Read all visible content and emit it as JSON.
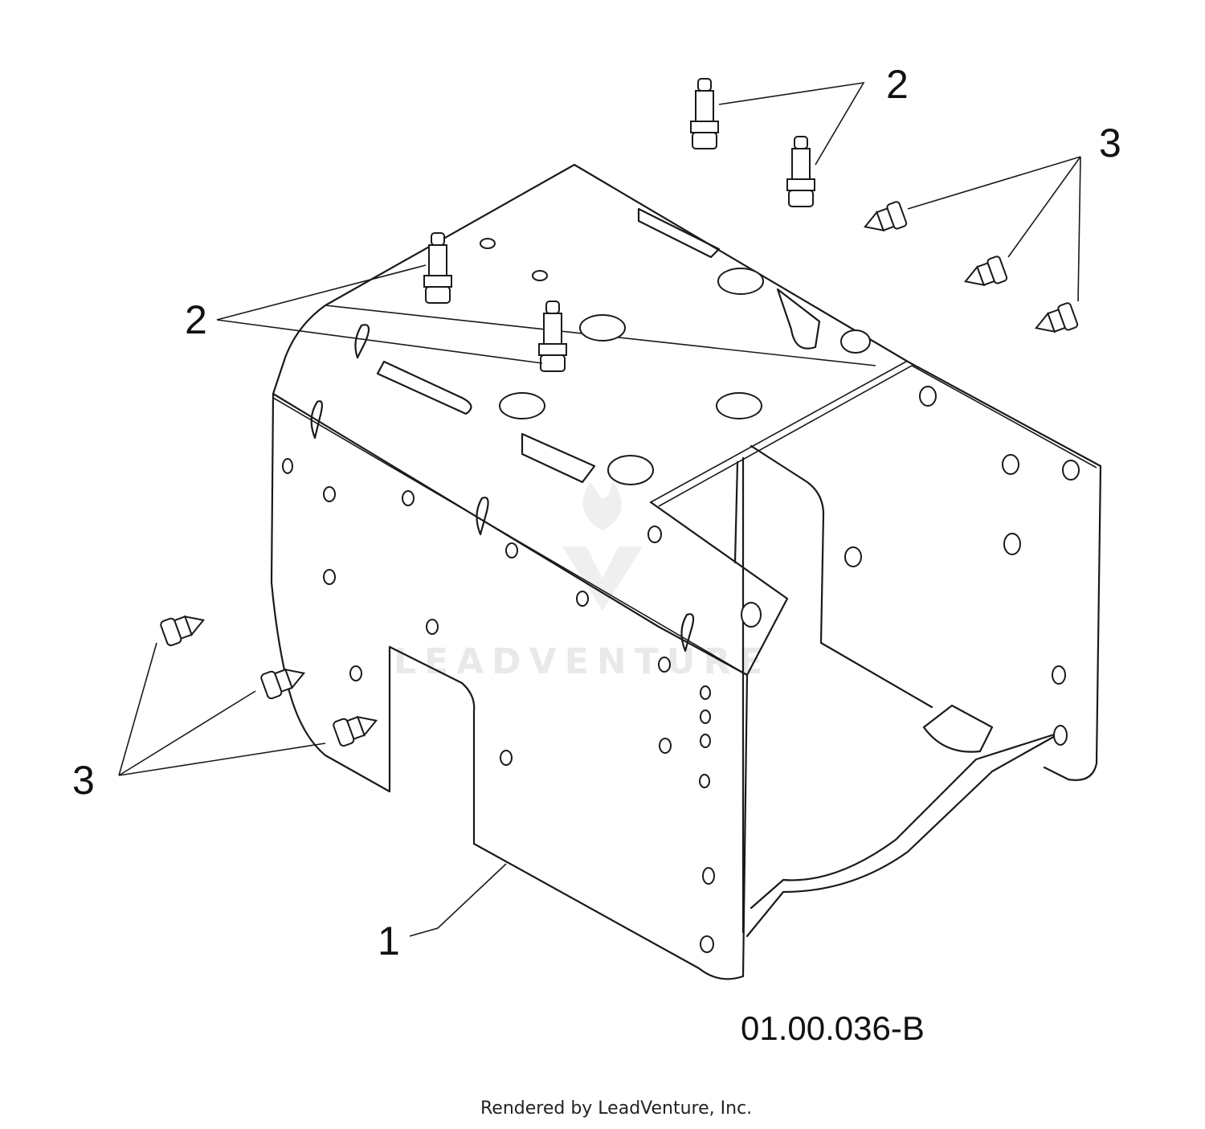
{
  "diagram": {
    "callouts": [
      {
        "id": "c1",
        "label": "1"
      },
      {
        "id": "c2a",
        "label": "2"
      },
      {
        "id": "c2b",
        "label": "2"
      },
      {
        "id": "c3a",
        "label": "3"
      },
      {
        "id": "c3b",
        "label": "3"
      }
    ],
    "figure_code": "01.00.036-B",
    "watermark": "LEADVENTURE",
    "footer": "Rendered by LeadVenture, Inc.",
    "line_color": "#1a1a1a",
    "watermark_color": "#e9e9e9"
  }
}
